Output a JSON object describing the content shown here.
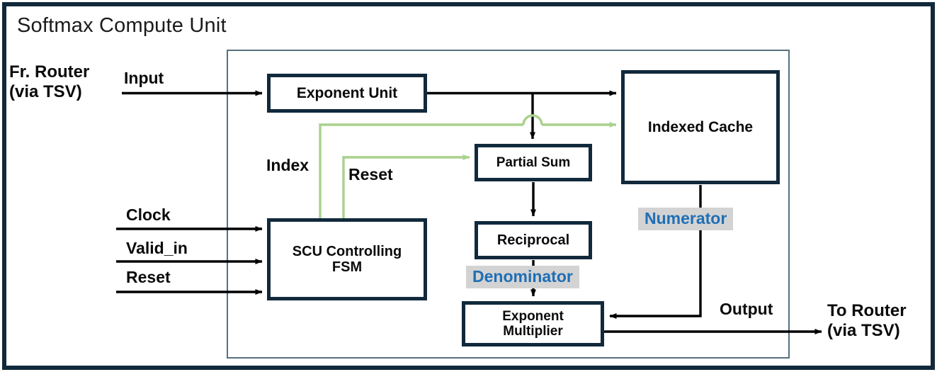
{
  "title": "Softmax Compute Unit",
  "colors": {
    "frame_dark": "#11293b",
    "frame_inner": "#56707f",
    "wire_black": "#000000",
    "wire_green": "#a9d18e",
    "tag_text": "#1f6fb5",
    "tag_background": "#d3d3d3",
    "background": "#ffffff"
  },
  "blocks": [
    {
      "id": "exponent-unit",
      "label": "Exponent Unit"
    },
    {
      "id": "indexed-cache",
      "label": "Indexed Cache"
    },
    {
      "id": "partial-sum",
      "label": "Partial Sum"
    },
    {
      "id": "reciprocal",
      "label": "Reciprocal"
    },
    {
      "id": "exponent-multiplier",
      "label_line1": "Exponent",
      "label_line2": "Multiplier"
    },
    {
      "id": "scu-fsm",
      "label_line1": "SCU Controlling",
      "label_line2": "FSM"
    }
  ],
  "external_ports": {
    "source_line1": "Fr. Router",
    "source_line2": "(via TSV)",
    "destination_line1": "To Router",
    "destination_line2": "(via TSV)"
  },
  "signals": {
    "input": "Input",
    "output": "Output",
    "clock": "Clock",
    "valid_in": "Valid_in",
    "reset_in": "Reset",
    "index": "Index",
    "reset_ctrl": "Reset",
    "numerator": "Numerator",
    "denominator": "Denominator"
  },
  "connections": [
    {
      "from": "Fr. Router (via TSV)",
      "to": "Exponent Unit",
      "label": "Input",
      "color": "black"
    },
    {
      "from": "Exponent Unit",
      "to": "Indexed Cache",
      "label": "",
      "color": "black"
    },
    {
      "from": "Exponent Unit",
      "to": "Partial Sum",
      "label": "",
      "color": "black"
    },
    {
      "from": "Partial Sum",
      "to": "Reciprocal",
      "label": "",
      "color": "black"
    },
    {
      "from": "Reciprocal",
      "to": "Exponent Multiplier",
      "label": "Denominator",
      "color": "black"
    },
    {
      "from": "Indexed Cache",
      "to": "Exponent Multiplier",
      "label": "Numerator",
      "color": "black"
    },
    {
      "from": "Exponent Multiplier",
      "to": "To Router (via TSV)",
      "label": "Output",
      "color": "black"
    },
    {
      "from": "Clock",
      "to": "SCU Controlling FSM",
      "label": "Clock",
      "color": "black"
    },
    {
      "from": "Valid_in",
      "to": "SCU Controlling FSM",
      "label": "Valid_in",
      "color": "black"
    },
    {
      "from": "Reset",
      "to": "SCU Controlling FSM",
      "label": "Reset",
      "color": "black"
    },
    {
      "from": "SCU Controlling FSM",
      "to": "Indexed Cache",
      "label": "Index",
      "color": "green"
    },
    {
      "from": "SCU Controlling FSM",
      "to": "Partial Sum",
      "label": "Reset",
      "color": "green"
    }
  ]
}
